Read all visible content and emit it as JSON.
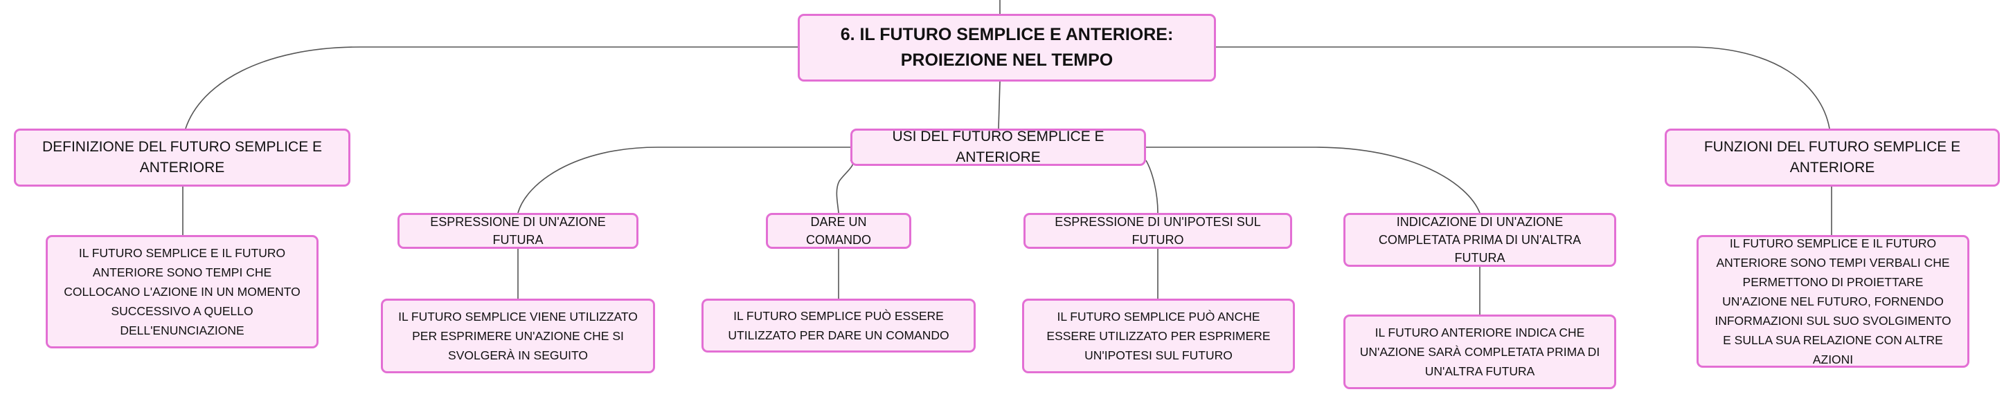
{
  "root": {
    "title": "6. IL FUTURO SEMPLICE E ANTERIORE: PROIEZIONE NEL TEMPO"
  },
  "branches": {
    "definizione": {
      "title": "DEFINIZIONE DEL FUTURO SEMPLICE E ANTERIORE",
      "detail": "IL FUTURO SEMPLICE E IL FUTURO ANTERIORE SONO TEMPI CHE COLLOCANO L'AZIONE IN UN MOMENTO SUCCESSIVO A QUELLO DELL'ENUNCIAZIONE"
    },
    "usi": {
      "title": "USI DEL FUTURO SEMPLICE E ANTERIORE",
      "items": [
        {
          "title": "ESPRESSIONE DI UN'AZIONE FUTURA",
          "detail": "IL FUTURO SEMPLICE VIENE UTILIZZATO PER ESPRIMERE UN'AZIONE CHE SI SVOLGERÀ IN SEGUITO"
        },
        {
          "title": "DARE UN COMANDO",
          "detail": "IL FUTURO SEMPLICE PUÒ ESSERE UTILIZZATO PER DARE UN COMANDO"
        },
        {
          "title": "ESPRESSIONE DI UN'IPOTESI SUL FUTURO",
          "detail": "IL FUTURO SEMPLICE PUÒ ANCHE ESSERE UTILIZZATO PER ESPRIMERE UN'IPOTESI SUL FUTURO"
        },
        {
          "title": "INDICAZIONE DI UN'AZIONE COMPLETATA PRIMA DI UN'ALTRA FUTURA",
          "detail": "IL FUTURO ANTERIORE INDICA CHE UN'AZIONE SARÀ COMPLETATA PRIMA DI UN'ALTRA FUTURA"
        }
      ]
    },
    "funzioni": {
      "title": "FUNZIONI DEL FUTURO SEMPLICE E ANTERIORE",
      "detail": "IL FUTURO SEMPLICE E IL FUTURO ANTERIORE SONO TEMPI VERBALI CHE PERMETTONO DI PROIETTARE UN'AZIONE NEL FUTURO, FORNENDO INFORMAZIONI SUL SUO SVOLGIMENTO E SULLA SUA RELAZIONE CON ALTRE AZIONI"
    }
  },
  "colors": {
    "node_fill": "#fde9f8",
    "node_border": "#e36fd4",
    "connector": "#555555",
    "text": "#111111"
  }
}
